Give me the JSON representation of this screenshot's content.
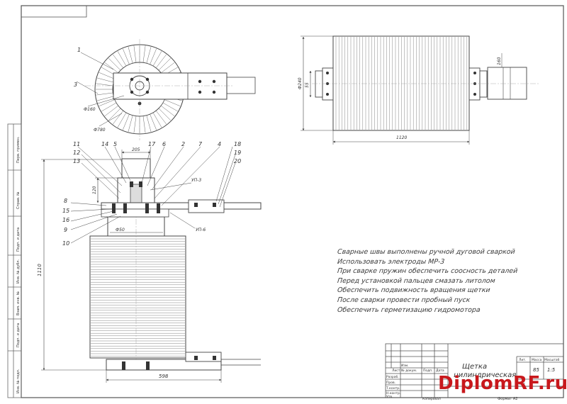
{
  "drawing": {
    "notes": [
      "Сварные швы выполнены ручной дуговой сваркой",
      "Использовать электроды МР-3",
      "При сварке пружин обеспечить соосность деталей",
      "Перед установкой пальцев смазать литолом",
      "Обеспечить подвижность вращения щетки",
      "После сварки провести пробный пуск",
      "Обеспечить герметизацию гидромотора"
    ],
    "part_labels_side": [
      "1",
      "3"
    ],
    "part_labels_left": [
      "11",
      "12",
      "13",
      "8",
      "15",
      "16",
      "9",
      "10"
    ],
    "part_labels_top": [
      "14",
      "5",
      "17",
      "6",
      "2",
      "7",
      "4"
    ],
    "part_labels_right": [
      "18",
      "19",
      "20"
    ],
    "dimensions": {
      "dia_inner": "Ф160",
      "dia_outer": "Ф780",
      "length_top": "1120",
      "height_left": "1110",
      "width_bottom": "598",
      "dia_shaft": "Ф50",
      "top_small": "205",
      "top_height": "120",
      "dia_hub": "Ф240",
      "top_hub": "55",
      "right_hub": "160"
    },
    "weld_marks": [
      "УП-3",
      "УП-6"
    ]
  },
  "title_block": {
    "title_line1": "Щетка",
    "title_line2": "цилиндрическая",
    "mass": "85",
    "scale": "1:5",
    "sheet_format": "Формат   А2",
    "sheet_lit": "Лит",
    "header_mass": "Масса",
    "header_scale": "Масштаб",
    "header_lit": "Лит.",
    "rows": [
      "Изм.",
      "Лист",
      "№ докум.",
      "Подп.",
      "Дата"
    ],
    "roles": [
      "Разраб.",
      "Пров.",
      "Т.контр.",
      "Н.контр.",
      "Утв."
    ],
    "copied": "Копировал"
  },
  "side_stamp": [
    "Перв. примен.",
    "Справ. №",
    "Подп. и дата",
    "Инв. № дубл.",
    "Взам. инв. №",
    "Подп. и дата",
    "Инв. № подл."
  ],
  "watermark": "DiplomRF.ru"
}
